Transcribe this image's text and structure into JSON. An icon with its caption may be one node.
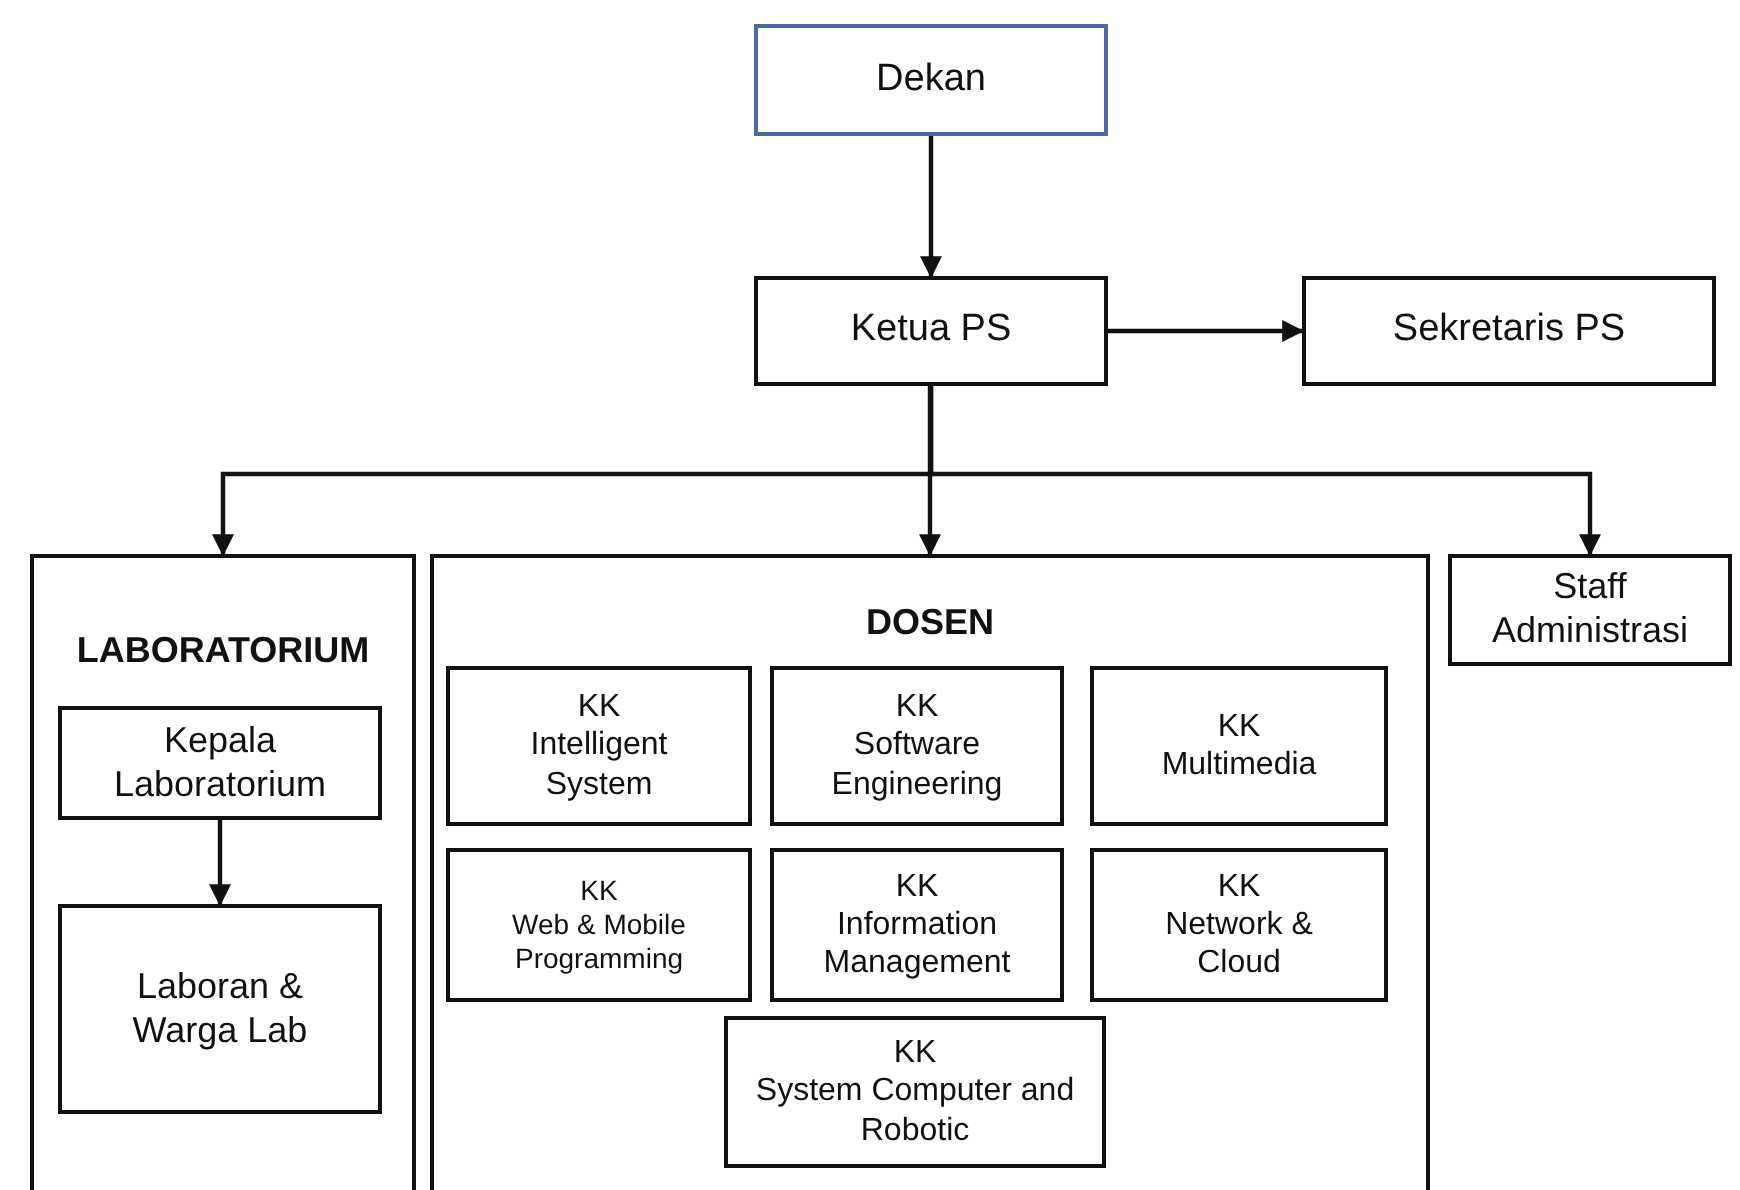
{
  "diagram": {
    "nodes": [
      {
        "text": [
          "Dekan"
        ]
      },
      {
        "text": [
          "Ketua PS"
        ]
      },
      {
        "text": [
          "Sekretaris PS"
        ]
      },
      {
        "text": [
          "LABORATORIUM"
        ]
      },
      {
        "text": [
          "Kepala Laboratorium"
        ],
        "in": 3
      },
      {
        "text": [
          "Laboran & Warga Lab"
        ],
        "in": 3
      },
      {
        "text": [
          "DOSEN"
        ]
      },
      {
        "text": [
          "KK",
          "Intelligent System"
        ],
        "in": 6
      },
      {
        "text": [
          "KK",
          "Software Engineering"
        ],
        "in": 6
      },
      {
        "text": [
          "KK",
          "Multimedia"
        ],
        "in": 6
      },
      {
        "text": [
          "KK",
          "Web & Mobile Programming"
        ],
        "in": 6
      },
      {
        "text": [
          "KK",
          "Information Management"
        ],
        "in": 6
      },
      {
        "text": [
          "KK",
          "Network & Cloud"
        ],
        "in": 6
      },
      {
        "text": [
          "KK",
          "System Computer and Robotic"
        ],
        "in": 6
      },
      {
        "text": [
          "Staff Administrasi"
        ]
      }
    ],
    "edges": [
      {
        "from": 0,
        "to": 1,
        "arrow": "to"
      },
      {
        "from": 1,
        "to": 2,
        "arrow": "to"
      },
      {
        "from": 1,
        "to": 3,
        "arrow": "to"
      },
      {
        "from": 1,
        "to": 6,
        "arrow": "to"
      },
      {
        "from": 1,
        "to": 14,
        "arrow": "to"
      },
      {
        "from": 4,
        "to": 5,
        "arrow": "to"
      }
    ]
  }
}
